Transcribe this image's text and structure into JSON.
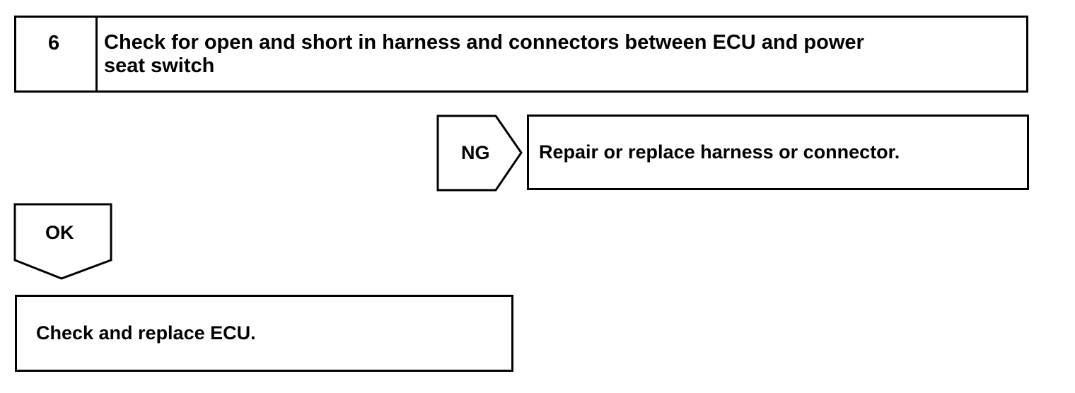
{
  "step": {
    "number": "6",
    "title_line1": "Check for open and short in harness and connectors between ECU and power",
    "title_line2": "seat switch"
  },
  "ng_branch": {
    "label": "NG",
    "action": "Repair or replace harness or connector."
  },
  "ok_branch": {
    "label": "OK",
    "action": "Check and replace ECU."
  }
}
